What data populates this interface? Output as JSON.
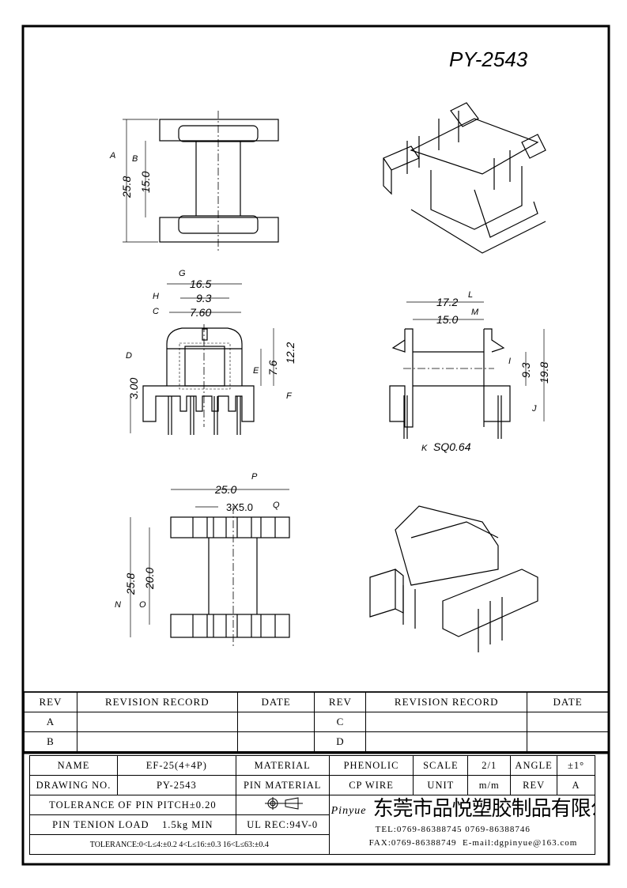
{
  "title": "PY-2543",
  "dims": {
    "top": {
      "A": "A",
      "B": "B",
      "a_val": "25.8",
      "b_val": "15.0"
    },
    "front": {
      "G": "G",
      "H": "H",
      "C": "C",
      "D": "D",
      "E": "E",
      "F": "F",
      "w1": "16.5",
      "w2": "9.3",
      "w3": "7.60",
      "h_d": "3.00",
      "h_e": "7.6",
      "h_f": "12.2"
    },
    "side": {
      "L": "L",
      "M": "M",
      "I": "I",
      "J": "J",
      "K": "K",
      "w1": "17.2",
      "w2": "15.0",
      "h_i": "9.3",
      "h_j": "19.8",
      "pin": "SQ0.64"
    },
    "bottom": {
      "P": "P",
      "Q": "Q",
      "N": "N",
      "O": "O",
      "w1": "25.0",
      "pitch": "3X5.0",
      "h_n": "25.8",
      "h_o": "20.0"
    }
  },
  "revision": {
    "headers": [
      "REV",
      "REVISION RECORD",
      "DATE",
      "REV",
      "REVISION RECORD",
      "DATE"
    ],
    "rows": [
      [
        "A",
        "",
        "",
        "C",
        "",
        ""
      ],
      [
        "B",
        "",
        "",
        "D",
        "",
        ""
      ]
    ]
  },
  "spec": {
    "name_label": "NAME",
    "name": "EF-25(4+4P)",
    "material_label": "MATERIAL",
    "material": "PHENOLIC",
    "scale_label": "SCALE",
    "scale": "2/1",
    "angle_label": "ANGLE",
    "angle": "±1°",
    "drawing_no_label": "DRAWING NO.",
    "drawing_no": "PY-2543",
    "pin_material_label": "PIN MATERIAL",
    "pin_material": "CP WIRE",
    "unit_label": "UNIT",
    "unit": "m/m",
    "rev_label": "REV",
    "rev": "A",
    "pin_pitch_tol": "TOLERANCE OF PIN PITCH±0.20",
    "pin_tension_label": "PIN TENION LOAD",
    "pin_tension": "1.5kg MIN",
    "ul": "UL REC:94V-0",
    "tolerance": "TOLERANCE:0<L≤4:±0.2  4<L≤16:±0.3  16<L≤63:±0.4"
  },
  "company": {
    "logo": "Pinyue",
    "name": "东莞市品悦塑胶制品有限公司",
    "tel": "TEL:0769-86388745    0769-86388746",
    "fax": "FAX:0769-86388749",
    "email": "E-mail:dgpinyue@163.com"
  }
}
